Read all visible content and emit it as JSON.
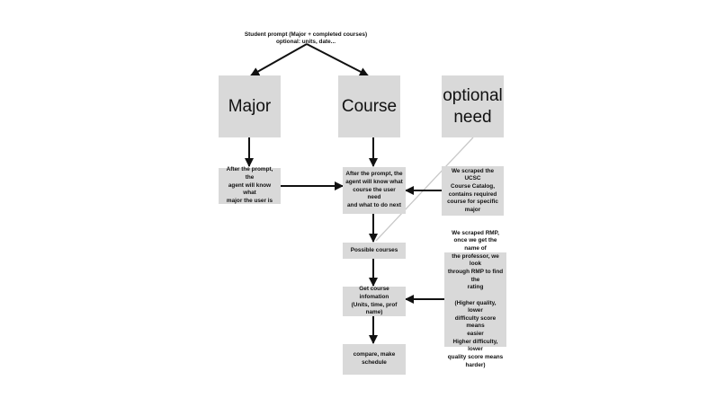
{
  "diagram": {
    "header": {
      "line1": "Student prompt (Major + completed courses)",
      "line2": "optional: units, date..."
    },
    "nodes": {
      "major": "Major",
      "course": "Course",
      "optional_need": "optional\nneed",
      "major_agent": "After the prompt, the\nagent will know what\nmajor the user is",
      "course_agent": "After the prompt, the\nagent will know what\ncourse the user need\nand what to do next",
      "catalog": "We scraped the UCSC\nCourse Catalog,\ncontains required\ncourse for specific\nmajor",
      "possible_courses": "Possible courses",
      "course_info": "Get course infomation\n(Units, time, prof name)",
      "rmp": "We scraped RMP,\nonce we get the name of\nthe professor, we look\nthrough RMP to find the\nrating\n\n(Higher quality, lower\ndifficulty score means\neasier\nHigher difficulty, lower\nquality score means\nharder)",
      "compare": "compare, make\nschedule"
    },
    "colors": {
      "box_fill": "#d9d9d9",
      "arrow": "#111111",
      "connector": "#c8c8c8",
      "background": "#ffffff"
    }
  }
}
